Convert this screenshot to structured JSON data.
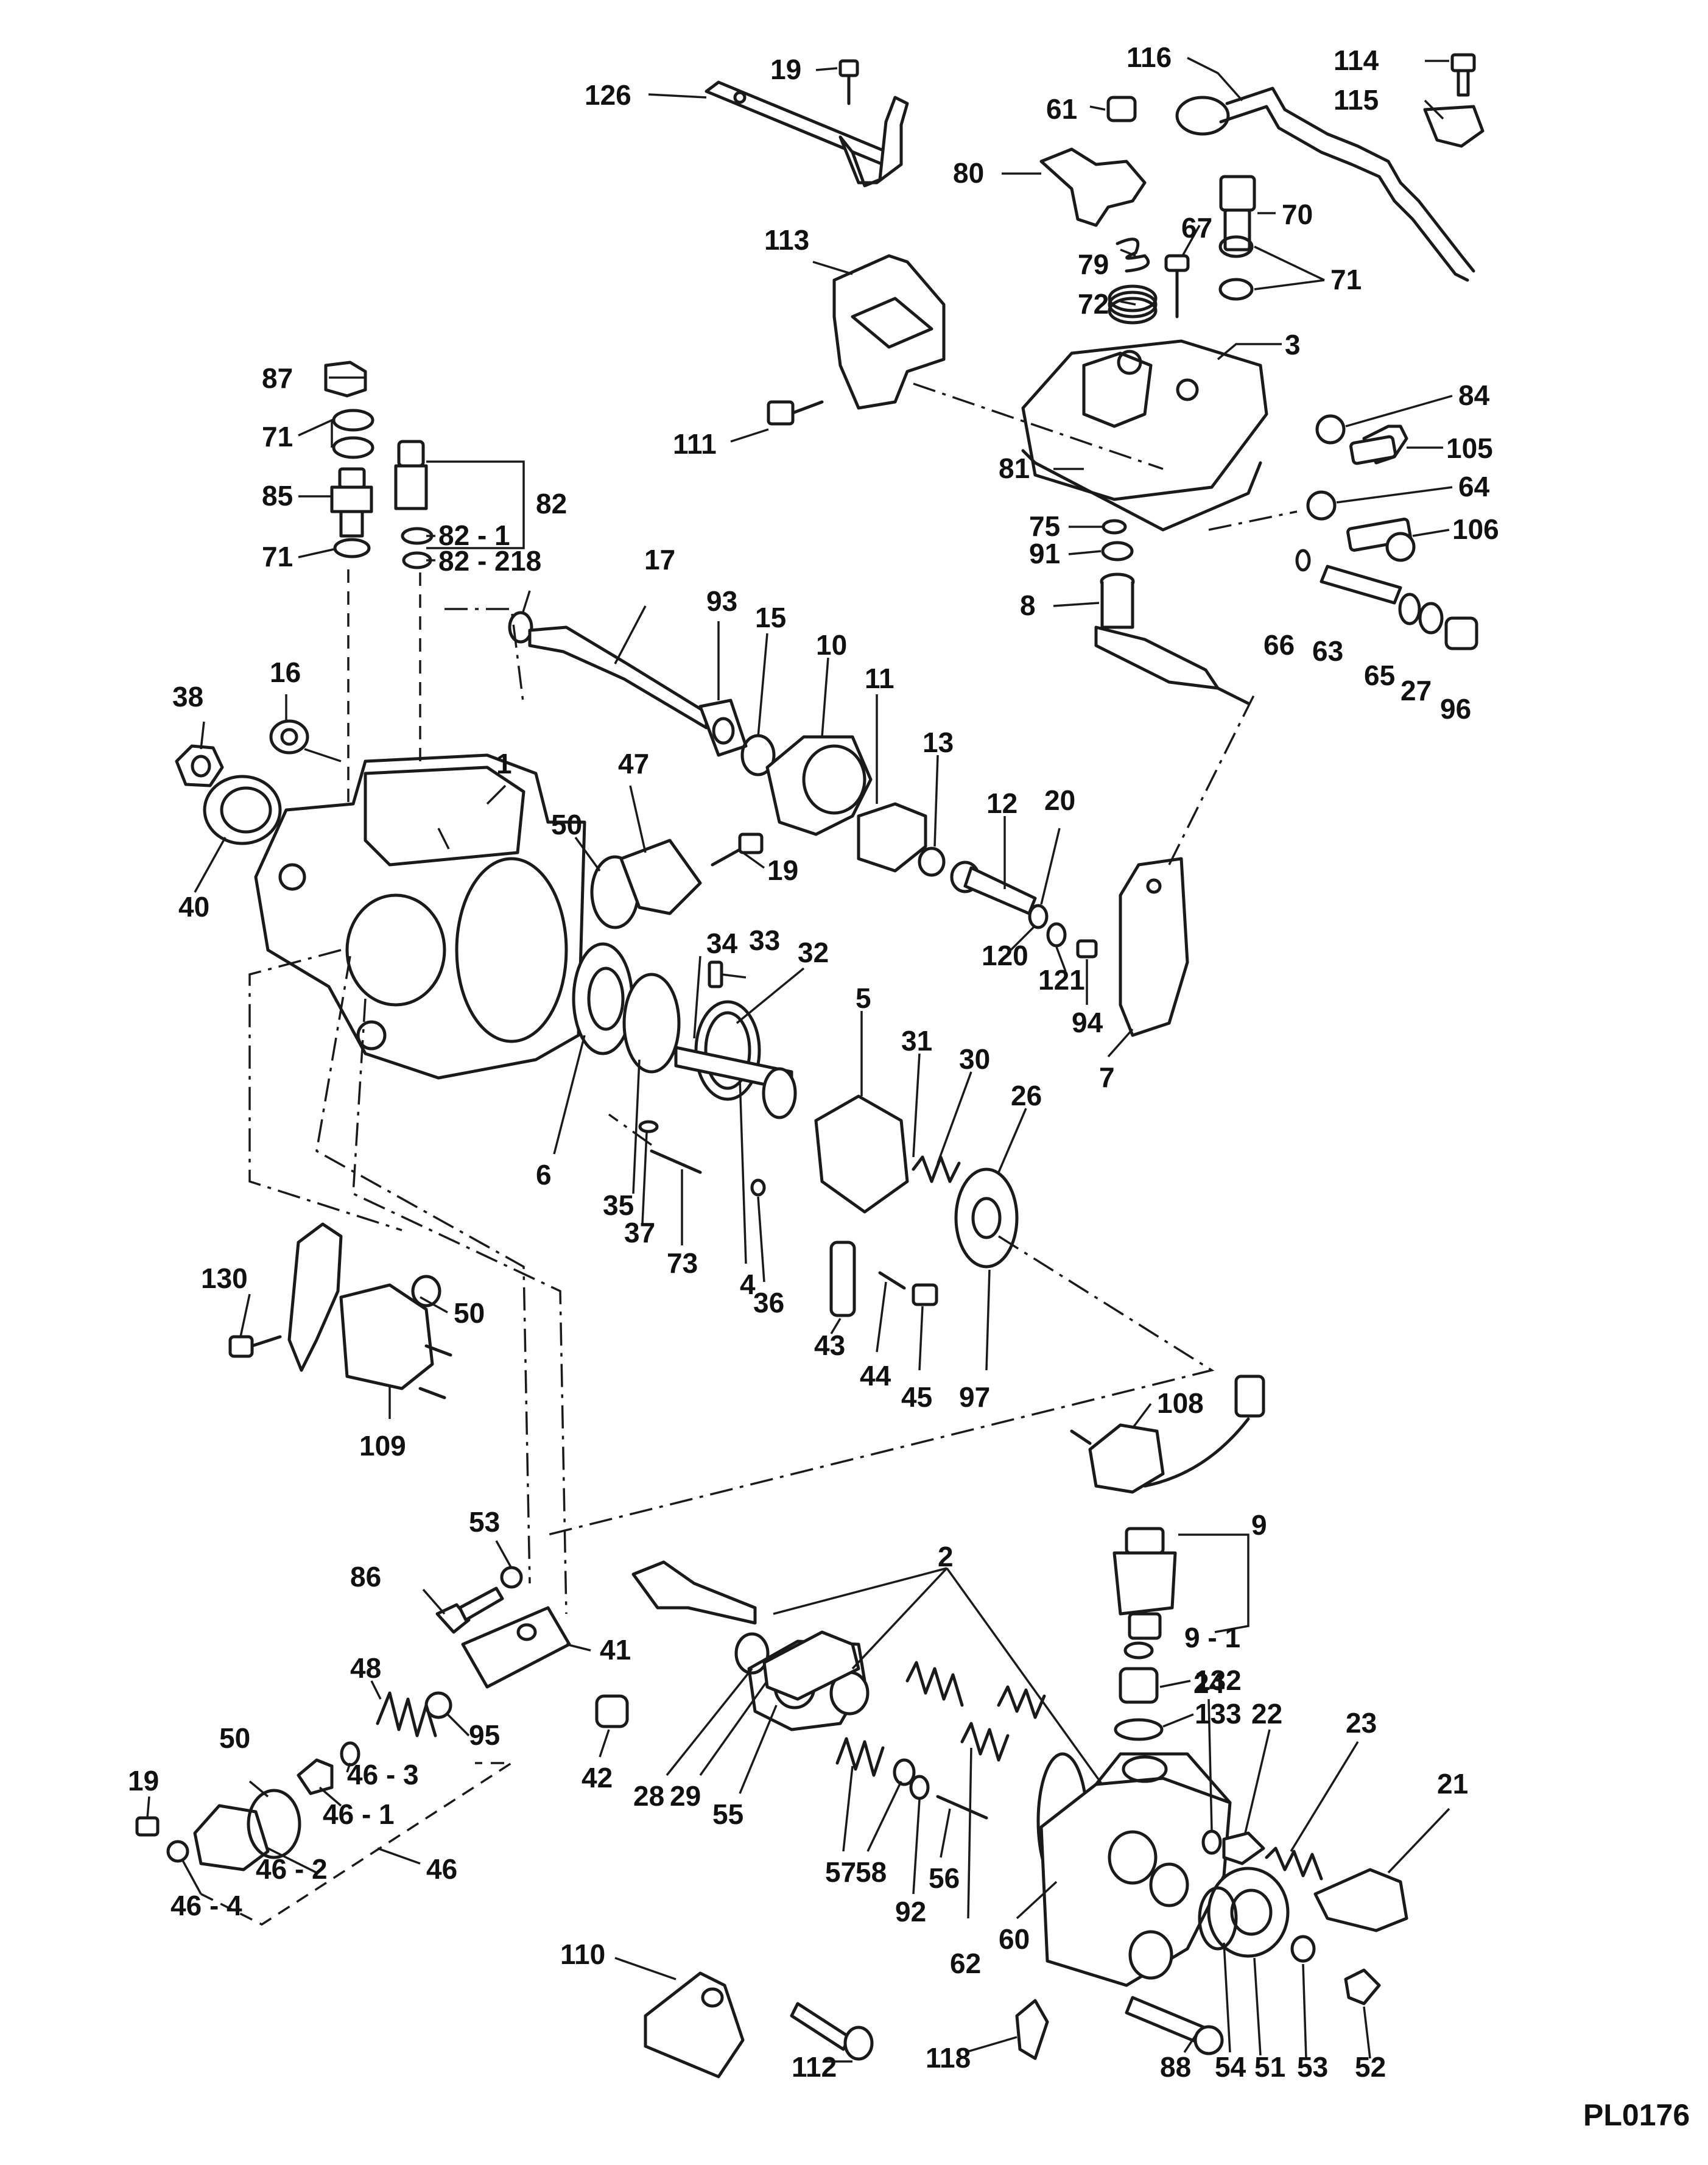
{
  "diagram": {
    "drawing_code": "PL0176",
    "callouts": {
      "c1": "1",
      "c2": "2",
      "c3": "3",
      "c4": "4",
      "c5": "5",
      "c6": "6",
      "c7": "7",
      "c8": "8",
      "c9": "9",
      "c9_1": "9 - 1",
      "c10": "10",
      "c11": "11",
      "c12": "12",
      "c13": "13",
      "c15": "15",
      "c16": "16",
      "c17": "17",
      "c18": "18",
      "c19a": "19",
      "c19b": "19",
      "c19c": "19",
      "c20": "20",
      "c21": "21",
      "c22": "22",
      "c23": "23",
      "c24": "24",
      "c26": "26",
      "c27": "27",
      "c28": "28",
      "c29": "29",
      "c30": "30",
      "c31": "31",
      "c32": "32",
      "c33": "33",
      "c34": "34",
      "c35": "35",
      "c36": "36",
      "c37": "37",
      "c38": "38",
      "c40": "40",
      "c41": "41",
      "c42": "42",
      "c43": "43",
      "c44": "44",
      "c45": "45",
      "c46": "46",
      "c46_1": "46 - 1",
      "c46_2": "46 - 2",
      "c46_3": "46 - 3",
      "c46_4": "46 - 4",
      "c47": "47",
      "c48": "48",
      "c50a": "50",
      "c50b": "50",
      "c50c": "50",
      "c51": "51",
      "c52": "52",
      "c53a": "53",
      "c53b": "53",
      "c54": "54",
      "c55": "55",
      "c56": "56",
      "c57": "57",
      "c58": "58",
      "c60": "60",
      "c61": "61",
      "c62": "62",
      "c63": "63",
      "c64": "64",
      "c65": "65",
      "c66": "66",
      "c67": "67",
      "c70": "70",
      "c71a": "71",
      "c71b": "71",
      "c71c": "71",
      "c72": "72",
      "c73": "73",
      "c75": "75",
      "c79": "79",
      "c80": "80",
      "c81": "81",
      "c82": "82",
      "c82_1": "82 - 1",
      "c82_2": "82 - 2",
      "c84": "84",
      "c85": "85",
      "c86": "86",
      "c87": "87",
      "c88": "88",
      "c91": "91",
      "c92": "92",
      "c93": "93",
      "c94": "94",
      "c95": "95",
      "c96": "96",
      "c97": "97",
      "c105": "105",
      "c106": "106",
      "c108": "108",
      "c109": "109",
      "c110": "110",
      "c111": "111",
      "c112": "112",
      "c113": "113",
      "c114": "114",
      "c115": "115",
      "c116": "116",
      "c118": "118",
      "c120": "120",
      "c121": "121",
      "c126": "126",
      "c130": "130",
      "c132": "132",
      "c133": "133"
    }
  }
}
